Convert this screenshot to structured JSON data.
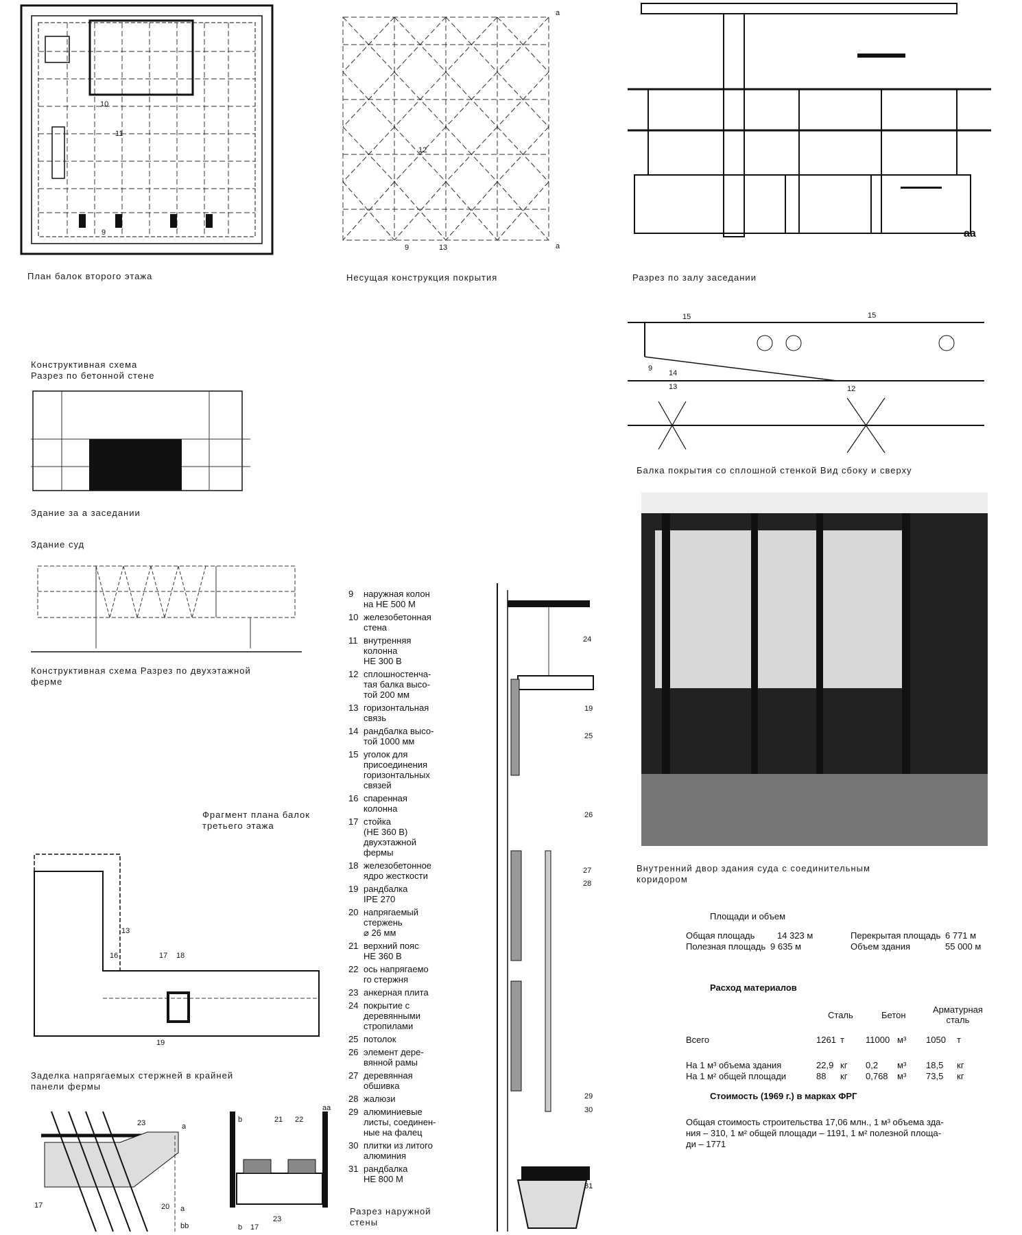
{
  "captions": {
    "plan_second_floor": "План балок второго этажа",
    "roof_structure": "Несущая конструкция покрытия",
    "section_hall": "Разрез по залу заседании",
    "scheme_concrete": "Конструктивная схема\nРазрез по бетонной стене",
    "beam_roof": "Балка покрытия со сплошной стенкой Вид сбоку и сверху",
    "building_hall": "Здание за а заседании",
    "building_court": "Здание суд",
    "scheme_truss": "Конструктивная схема Разрез по двухэтажной\nферме",
    "fragment_third": "Фрагмент плана балок\nтретьего этажа",
    "anchoring": "Заделка напрягаемых стержней в крайней\nпанели фермы",
    "photo_caption": "Внутренний двор здания суда с соединительным\nкоридором",
    "section_wall": "Разрез наружной\nстены"
  },
  "legend": [
    {
      "n": "9",
      "t": "наружная колон\nна HE 500 M"
    },
    {
      "n": "10",
      "t": "железобетонная\nстена"
    },
    {
      "n": "11",
      "t": "внутренняя\nколонна\nHE 300 B"
    },
    {
      "n": "12",
      "t": "сплошностенча-\nтая балка высо-\nтой 200 мм"
    },
    {
      "n": "13",
      "t": "горизонтальная\nсвязь"
    },
    {
      "n": "14",
      "t": "рандбалка высо-\nтой 1000 мм"
    },
    {
      "n": "15",
      "t": "уголок для\nприсоединения\nгоризонтальных\nсвязей"
    },
    {
      "n": "16",
      "t": "спаренная\nколонна"
    },
    {
      "n": "17",
      "t": "стойка\n(HE 360 B)\nдвухэтажной\nфермы"
    },
    {
      "n": "18",
      "t": "железобетонное\nядро жесткости"
    },
    {
      "n": "19",
      "t": "рандбалка\nIPE 270"
    },
    {
      "n": "20",
      "t": "напрягаемый\nстержень\n⌀ 26 мм"
    },
    {
      "n": "21",
      "t": "верхний пояс\nHE 360 B"
    },
    {
      "n": "22",
      "t": "ось напрягаемо\nго стержня"
    },
    {
      "n": "23",
      "t": "анкерная плита"
    },
    {
      "n": "24",
      "t": "покрытие с\nдеревянными\nстропилами"
    },
    {
      "n": "25",
      "t": "потолок"
    },
    {
      "n": "26",
      "t": "элемент дере-\nвянной рамы"
    },
    {
      "n": "27",
      "t": "деревянная\nобшивка"
    },
    {
      "n": "28",
      "t": "жалюзи"
    },
    {
      "n": "29",
      "t": "алюминиевые\nлисты, соединен-\nные на фалец"
    },
    {
      "n": "30",
      "t": "плитки из литого\nалюминия"
    },
    {
      "n": "31",
      "t": "рандбалка\nHE 800 M"
    }
  ],
  "areas": {
    "title": "Площади и объем",
    "total_label": "Общая площадь",
    "total_value": "14 323 м",
    "useful_label": "Полезная площадь",
    "useful_value": "9 635 м",
    "covered_label": "Перекрытая площадь",
    "covered_value": "6 771 м",
    "volume_label": "Объем здания",
    "volume_value": "55 000 м"
  },
  "materials": {
    "title": "Расход материалов",
    "col_steel": "Сталь",
    "col_concrete": "Бетон",
    "col_rebar": "Арматурная\nсталь",
    "rows": [
      {
        "label": "Всего",
        "steel": "1261",
        "su": "т",
        "concrete": "11000",
        "cu": "м³",
        "rebar": "1050",
        "ru": "т"
      },
      {
        "label": "На 1 м³ объема здания",
        "steel": "22,9",
        "su": "кг",
        "concrete": "0,2",
        "cu": "м³",
        "rebar": "18,5",
        "ru": "кг"
      },
      {
        "label": "На 1 м² общей площади",
        "steel": "88",
        "su": "кг",
        "concrete": "0,768",
        "cu": "м³",
        "rebar": "73,5",
        "ru": "кг"
      }
    ]
  },
  "cost": {
    "title": "Стоимость (1969 г.) в марках ФРГ",
    "text": "Общая стоимость строительства 17,06 млн., 1 м³ объема зда-\nния – 310, 1 м² общей площади – 1191, 1 м² полезной площа-\nди – 1771"
  },
  "numbers": {
    "n9": "9",
    "n10": "10",
    "n11": "11",
    "n12": "12",
    "n13": "13",
    "n14": "14",
    "n15": "15",
    "n16": "16",
    "n17": "17",
    "n18": "18",
    "n19": "19",
    "n20": "20",
    "n21": "21",
    "n22": "22",
    "n23": "23",
    "n24": "24",
    "n25": "25",
    "n26": "26",
    "n27": "27",
    "n28": "28",
    "n29": "29",
    "n30": "30",
    "n31": "31",
    "a": "a",
    "aa": "aa",
    "b": "b",
    "bb": "bb"
  }
}
